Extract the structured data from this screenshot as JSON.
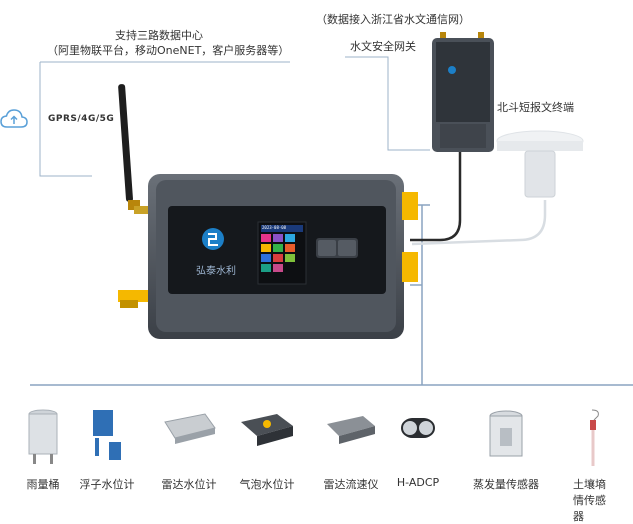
{
  "header": {
    "line1": "支持三路数据中心",
    "line2": "（阿里物联平台，移动OneNET，客户服务器等）",
    "network": "GPRS/4G/5G"
  },
  "gateway": {
    "note": "（数据接入浙江省水文通信网）",
    "label": "水文安全网关"
  },
  "beidou": {
    "label": "北斗短报文终端"
  },
  "device": {
    "brand": "弘泰水利",
    "lcd_header": "2023-08-08"
  },
  "sensors": [
    {
      "label": "雨量桶",
      "icon": "rain-gauge-icon"
    },
    {
      "label": "浮子水位计",
      "icon": "float-gauge-icon"
    },
    {
      "label": "雷达水位计",
      "icon": "radar-level-icon"
    },
    {
      "label": "气泡水位计",
      "icon": "bubble-gauge-icon"
    },
    {
      "label": "雷达流速仪",
      "icon": "radar-flow-icon"
    },
    {
      "label": "H-ADCP",
      "icon": "adcp-icon"
    },
    {
      "label": "蒸发量传感器",
      "icon": "evaporation-sensor-icon"
    },
    {
      "label": "土壤墒情传感器",
      "icon": "soil-moisture-sensor-icon"
    }
  ],
  "colors": {
    "line": "#8aa4c0",
    "device": "#4a5058",
    "accent": "#f5b800"
  }
}
